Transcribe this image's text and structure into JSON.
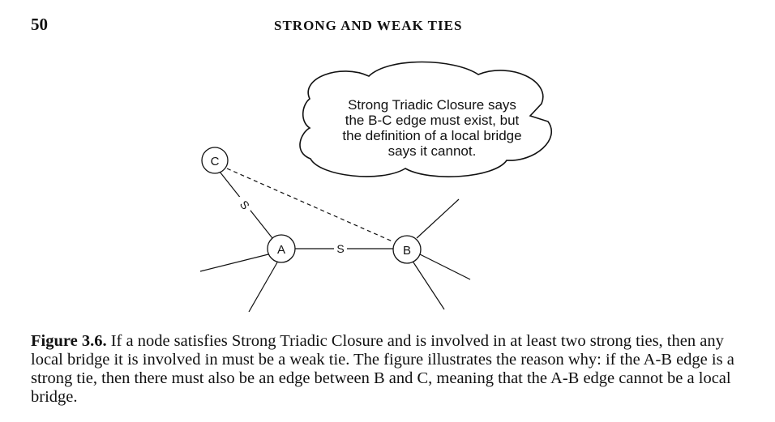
{
  "header": {
    "page_number": "50",
    "running_title": "STRONG AND WEAK TIES"
  },
  "figure": {
    "nodes": {
      "c": "C",
      "a": "A",
      "b": "B"
    },
    "ties": {
      "c_a": "S",
      "a_b": "S"
    },
    "thought_bubble": {
      "lines": [
        "Strong Triadic Closure says",
        "the B-C edge must exist, but",
        "the definition of a local bridge",
        "says it cannot."
      ]
    }
  },
  "caption": {
    "label": "Figure 3.6.",
    "text": "If a node satisfies Strong Triadic Closure and is involved in at least two strong ties, then any local bridge it is involved in must be a weak tie. The figure illustrates the reason why: if the A-B edge is a strong tie, then there must also be an edge between B and C, meaning that the A-B edge cannot be a local bridge."
  }
}
